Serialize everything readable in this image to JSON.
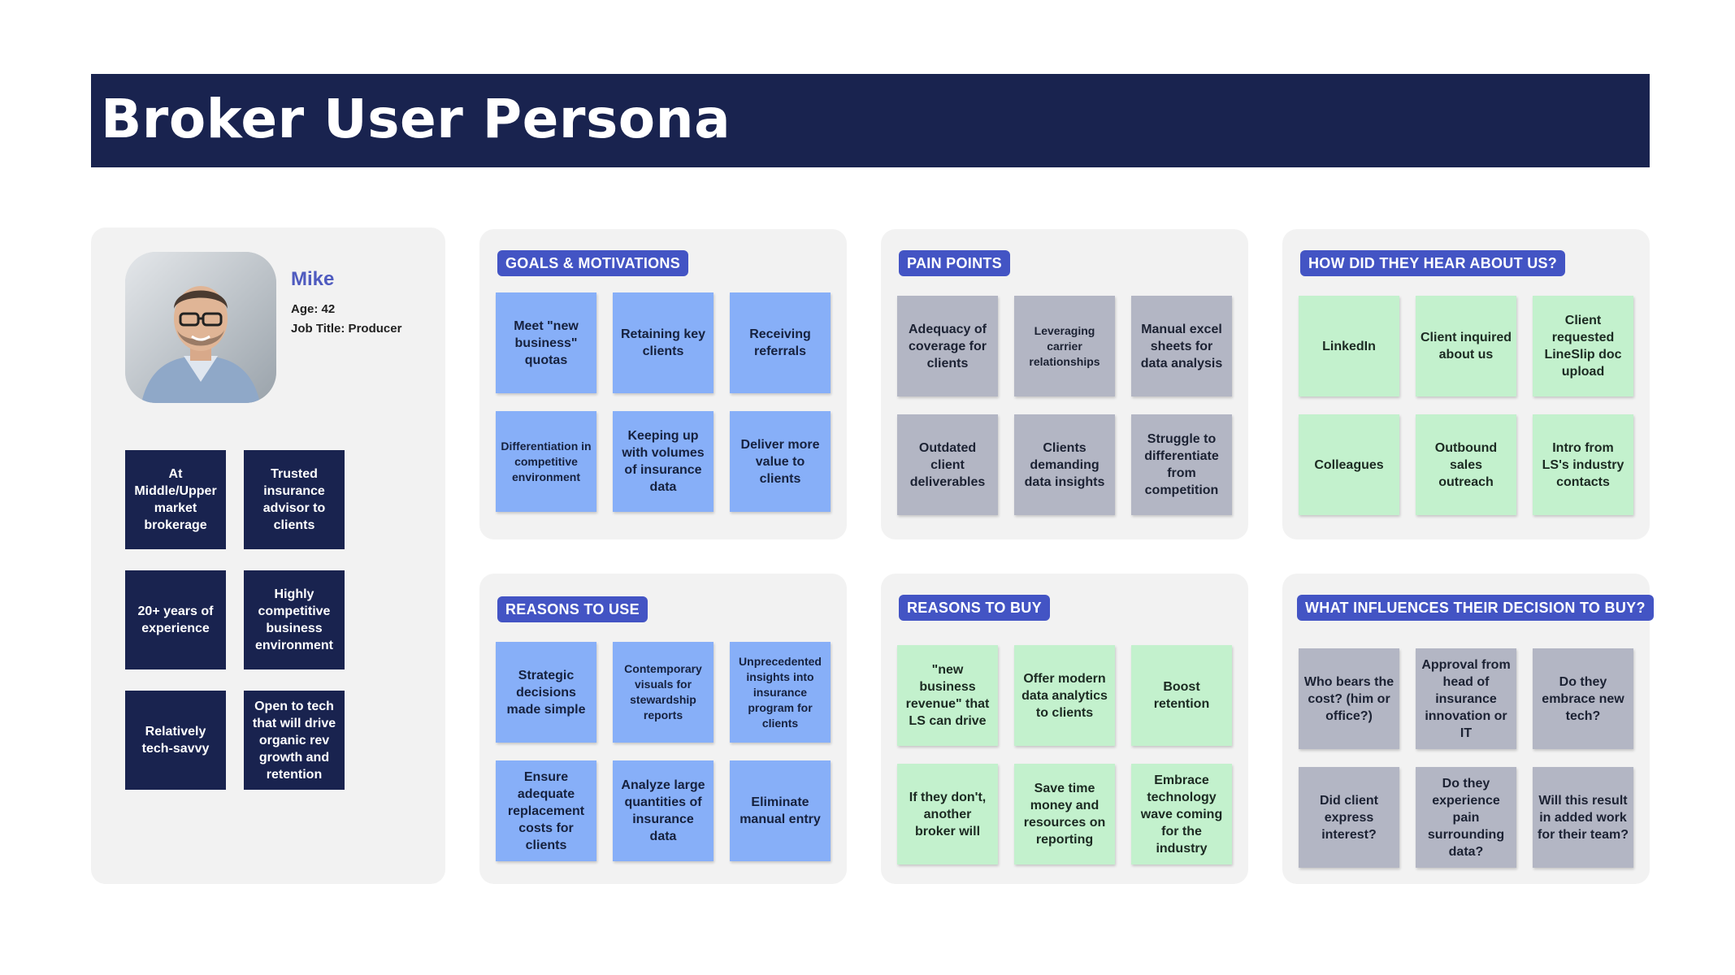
{
  "title": "Broker User Persona",
  "colors": {
    "banner": "#19234f",
    "badge_blue": "#4354c4",
    "note_blue": "#87aff8",
    "note_grey": "#b3b6c4",
    "note_green": "#c3f1cd",
    "trait_navy": "#19234f"
  },
  "persona": {
    "name": "Mike",
    "age": "Age: 42",
    "job": "Job Title: Producer",
    "traits": [
      "At Middle/Upper market brokerage",
      "Trusted insurance advisor to clients",
      "20+ years of experience",
      "Highly competitive business environment",
      "Relatively tech-savvy",
      "Open to tech that will drive organic rev growth and retention"
    ]
  },
  "goals": {
    "title": "GOALS & MOTIVATIONS",
    "items": [
      "Meet \"new business\" quotas",
      "Retaining key clients",
      "Receiving referrals",
      "Differentiation in competitive environment",
      "Keeping up with volumes of insurance data",
      "Deliver more value to clients"
    ]
  },
  "pain": {
    "title": "PAIN POINTS",
    "items": [
      "Adequacy of coverage for clients",
      "Leveraging carrier relationships",
      "Manual excel sheets for data analysis",
      "Outdated client deliverables",
      "Clients demanding data insights",
      "Struggle to differentiate from competition"
    ]
  },
  "hear": {
    "title": "HOW DID THEY HEAR ABOUT US?",
    "items": [
      "LinkedIn",
      "Client inquired about us",
      "Client requested LineSlip doc upload",
      "Colleagues",
      "Outbound sales outreach",
      "Intro from LS's industry contacts"
    ]
  },
  "use": {
    "title": "REASONS TO USE",
    "items": [
      "Strategic decisions made simple",
      "Contemporary visuals for stewardship reports",
      "Unprecedented insights into insurance program for clients",
      "Ensure adequate replacement costs for clients",
      "Analyze large quantities of insurance data",
      "Eliminate manual entry"
    ]
  },
  "buy": {
    "title": "REASONS TO BUY",
    "items": [
      "\"new business revenue\" that LS can drive",
      "Offer modern data analytics to clients",
      "Boost retention",
      "If they don't, another broker will",
      "Save time money and resources on reporting",
      "Embrace technology wave coming for the industry"
    ]
  },
  "influence": {
    "title": "WHAT INFLUENCES THEIR DECISION TO BUY?",
    "items": [
      "Who bears the cost? (him or office?)",
      "Approval from head of insurance innovation or IT",
      "Do they embrace new tech?",
      "Did client express interest?",
      "Do they experience pain surrounding data?",
      "Will this result in added work for their team?"
    ]
  }
}
